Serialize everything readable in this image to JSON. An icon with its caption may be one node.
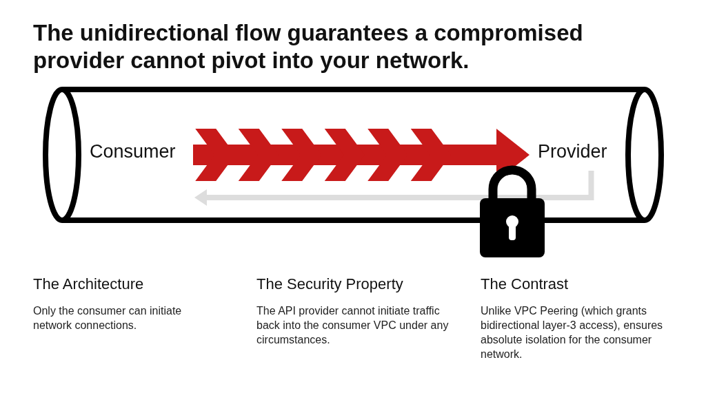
{
  "diagram": {
    "title": "The unidirectional flow guarantees a compromised provider cannot pivot into your network.",
    "nodes": [
      {
        "text": [
          "Consumer"
        ]
      },
      {
        "text": [
          "Provider"
        ]
      }
    ],
    "edges": [
      {
        "from": 0,
        "to": 1,
        "arrow": "to",
        "style": "thick"
      },
      {
        "from": 1,
        "to": 0,
        "arrow": "to",
        "color": "#dddddd"
      }
    ],
    "labels": [
      "The Architecture",
      "Only the consumer can initiate network connections.",
      "The Security Property",
      "The API provider cannot initiate traffic back into the consumer VPC under any circumstances.",
      "The Contrast",
      "Unlike VPC Peering (which grants bidirectional layer-3 access), ensures absolute isolation for the consumer network."
    ]
  }
}
